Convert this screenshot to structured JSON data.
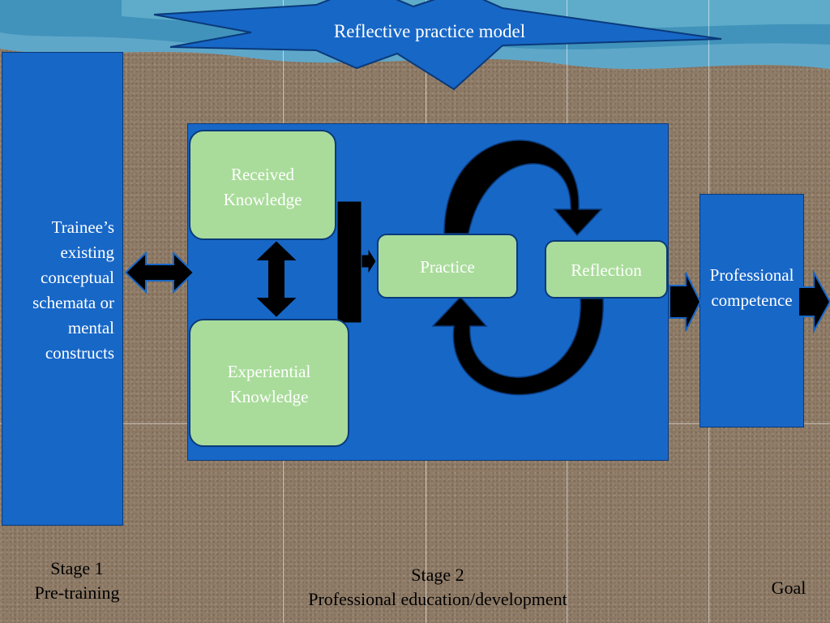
{
  "title": "Reflective practice model",
  "left_box": {
    "text": "Trainee’s existing conceptual schemata or mental constructs"
  },
  "received_knowledge": "Received Knowledge",
  "experiential_knowledge": "Experiential Knowledge",
  "practice": "Practice",
  "reflection": "Reflection",
  "right_box": {
    "text": "Professional competence"
  },
  "captions": {
    "stage1_line1": "Stage 1",
    "stage1_line2": "Pre-training",
    "stage2_line1": "Stage 2",
    "stage2_line2": "Professional education/development",
    "goal": "Goal"
  },
  "colors": {
    "box_blue": "#1767c7",
    "green": "#a9dc9a",
    "arrow": "#000000",
    "background": "#8f7b66"
  }
}
